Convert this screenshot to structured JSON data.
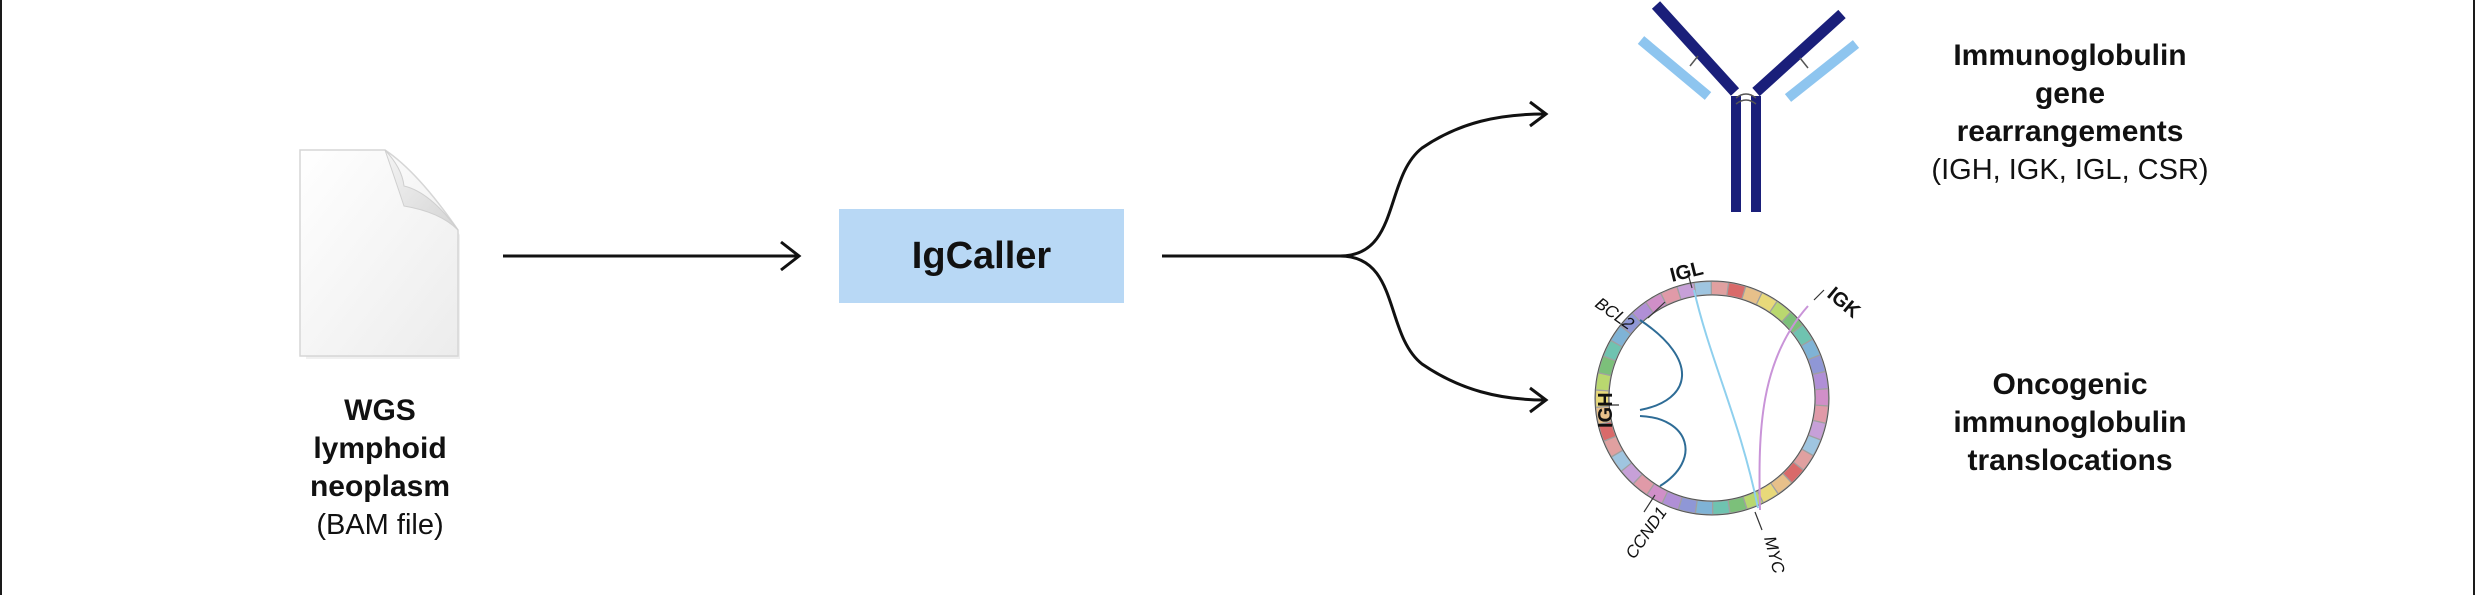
{
  "input": {
    "lines": [
      "WGS",
      "lymphoid",
      "neoplasm"
    ],
    "sub": "(BAM file)"
  },
  "tool": {
    "label": "IgCaller"
  },
  "outputs": {
    "rearrangements": {
      "lines": [
        "Immunoglobulin",
        "gene",
        "rearrangements"
      ],
      "sub": "(IGH, IGK, IGL, CSR)"
    },
    "translocations": {
      "lines": [
        "Oncogenic",
        "immunoglobulin",
        "translocations"
      ]
    }
  },
  "circos": {
    "labels": {
      "igl": "IGL",
      "igk": "IGK",
      "bcl2": "BCL2",
      "igh": "IGH",
      "ccnd1": "CCND1",
      "myc": "MYC"
    }
  },
  "colors": {
    "box": "#b8d8f5",
    "antibody_heavy": "#1a1f7a",
    "antibody_light": "#8ec5ef",
    "link_igh": "#2e6c96",
    "link_igl": "#8fd0ee",
    "link_igk": "#c994d8"
  }
}
